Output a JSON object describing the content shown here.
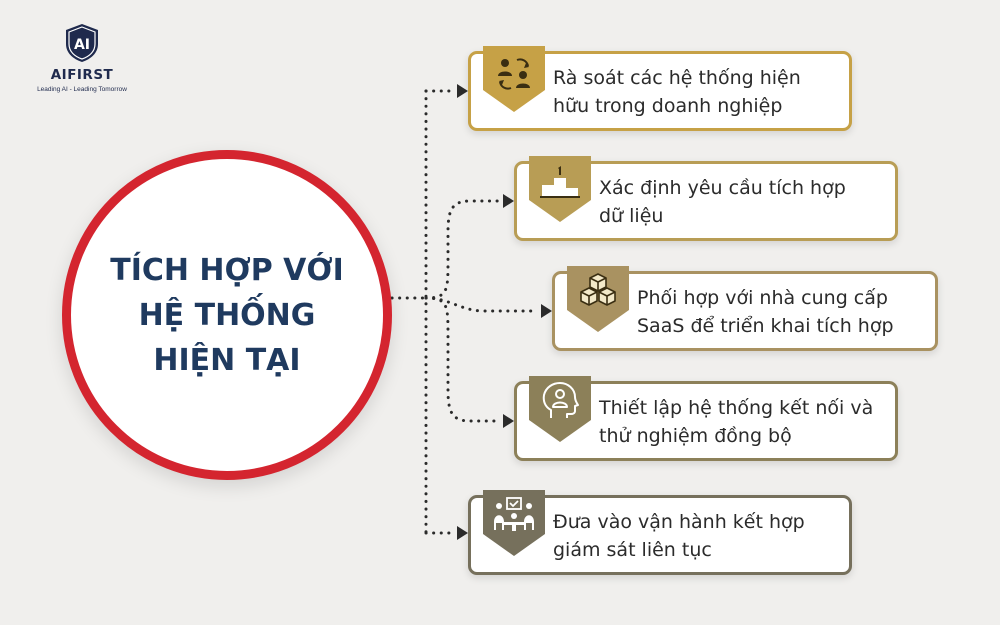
{
  "logo": {
    "mark": "AI",
    "name": "AIFIRST",
    "tagline": "Leading AI - Leading Tomorrow"
  },
  "center": {
    "line1": "TÍCH HỢP VỚI",
    "line2": "HỆ THỐNG",
    "line3": "HIỆN TẠI",
    "ring_color": "#d4252f",
    "text_color": "#1f3a5f"
  },
  "steps": [
    {
      "line1": "Rà soát các hệ thống hiện",
      "line2": "hữu trong doanh nghiệp",
      "icon": "people-exchange-icon",
      "color": "#c6a146"
    },
    {
      "line1": "Xác định yêu cầu tích hợp",
      "line2": "dữ liệu",
      "icon": "podium-icon",
      "color": "#b89d55"
    },
    {
      "line1": "Phối hợp với nhà cung cấp",
      "line2": "SaaS để triển khai tích hợp",
      "icon": "boxes-icon",
      "color": "#a99261"
    },
    {
      "line1": "Thiết lập hệ thống kết nối và",
      "line2": "thử nghiệm đồng bộ",
      "icon": "head-person-icon",
      "color": "#8c8059"
    },
    {
      "line1": "Đưa vào vận hành kết hợp",
      "line2": "giám sát liên tục",
      "icon": "team-checklist-icon",
      "color": "#76705c"
    }
  ]
}
